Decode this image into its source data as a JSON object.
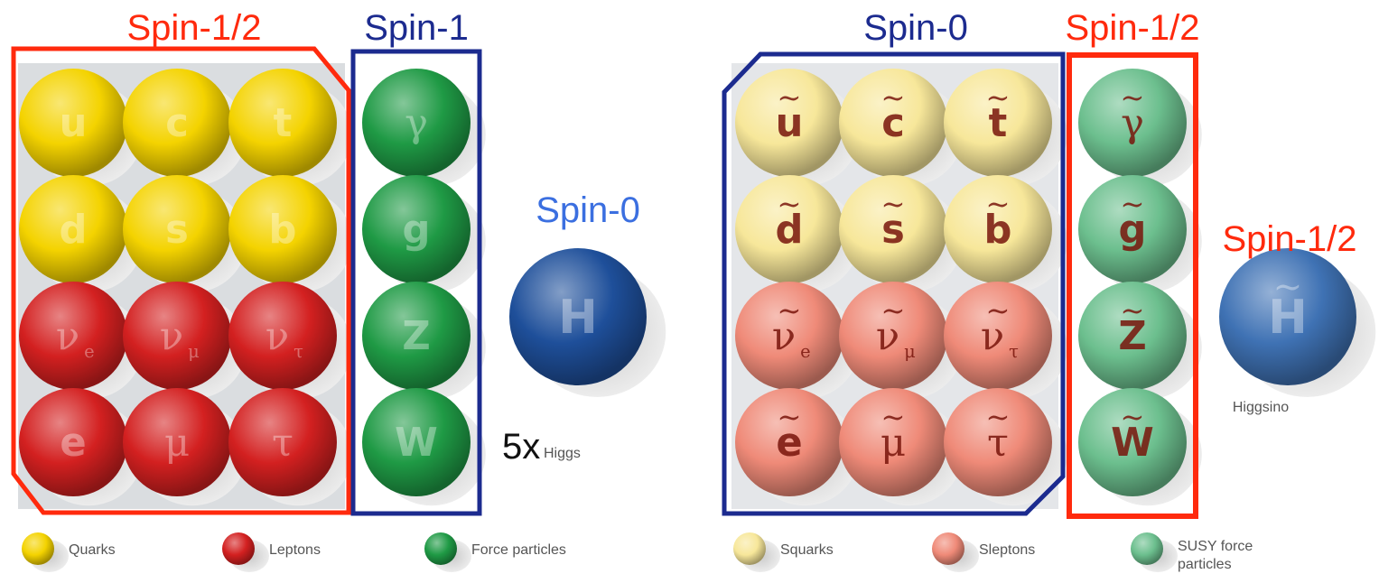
{
  "colors": {
    "quark": "#f4d300",
    "lepton": "#d32020",
    "force": "#1f9a45",
    "higgs": "#1e4f9a",
    "squark": "#f7e79a",
    "slepton": "#ef8a78",
    "susy_force": "#6cbf8e",
    "higgsino": "#3f72b4",
    "spin_half": "#ff2a0d",
    "spin_one": "#2233aa",
    "spin_zero_text": "#3b6fe0",
    "box_blue": "#1c2b8f"
  },
  "sm": {
    "spin_half_label": "Spin-1/2",
    "spin_one_label": "Spin-1",
    "spin_zero_label": "Spin-0",
    "fermions": [
      [
        "u",
        "c",
        "t"
      ],
      [
        "d",
        "s",
        "b"
      ],
      [
        "ν_e",
        "ν_μ",
        "ν_τ"
      ],
      [
        "e",
        "μ",
        "τ"
      ]
    ],
    "bosons": [
      "γ",
      "g",
      "Z",
      "W"
    ],
    "higgs_symbol": "H",
    "higgs_multiplier": "5x",
    "higgs_caption": "Higgs",
    "legend": [
      {
        "label": "Quarks",
        "color_key": "quark"
      },
      {
        "label": "Leptons",
        "color_key": "lepton"
      },
      {
        "label": "Force particles",
        "color_key": "force"
      }
    ]
  },
  "susy": {
    "spin_zero_label": "Spin-0",
    "spin_half_label": "Spin-1/2",
    "spin_half_higgsino_label": "Spin-1/2",
    "sfermions": [
      [
        "u",
        "c",
        "t"
      ],
      [
        "d",
        "s",
        "b"
      ],
      [
        "ν_e",
        "ν_μ",
        "ν_τ"
      ],
      [
        "e",
        "μ",
        "τ"
      ]
    ],
    "gauginos": [
      "γ",
      "g",
      "Z",
      "W"
    ],
    "higgsino_symbol": "H",
    "higgsino_caption": "Higgsino",
    "tilde": "~",
    "legend": [
      {
        "label": "Squarks",
        "color_key": "squark"
      },
      {
        "label": "Sleptons",
        "color_key": "slepton"
      },
      {
        "label": "SUSY force",
        "label2": "particles",
        "color_key": "susy_force"
      }
    ]
  }
}
